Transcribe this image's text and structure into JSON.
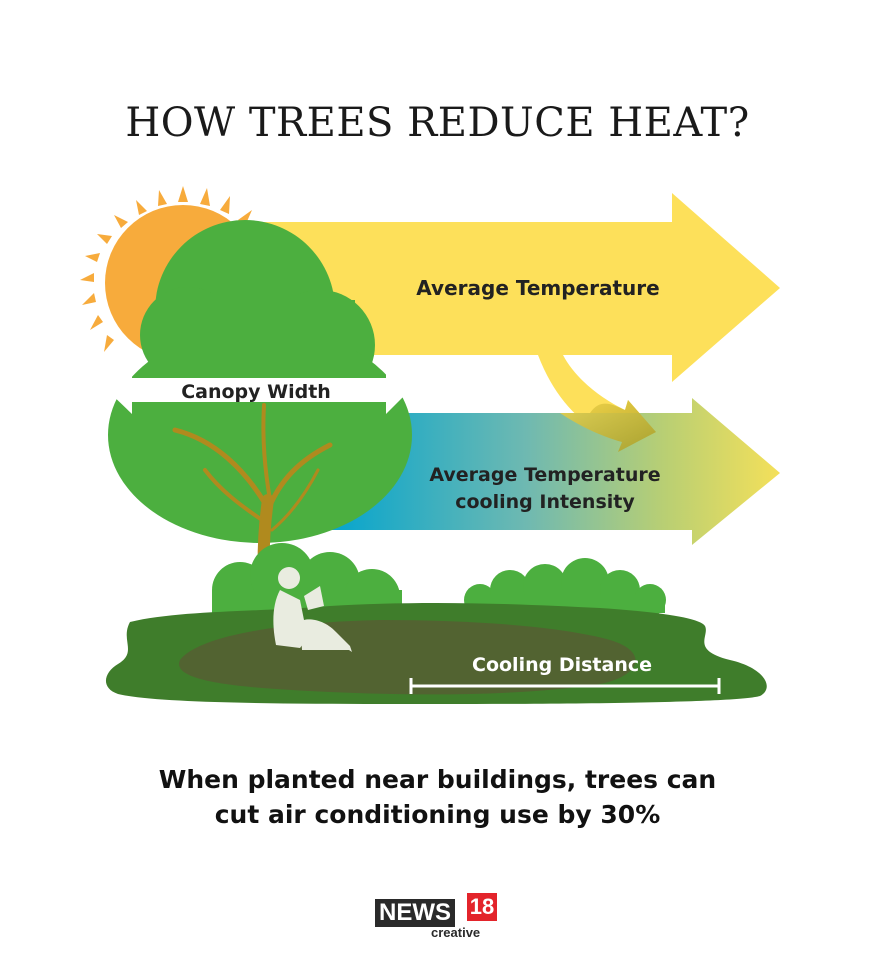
{
  "title": "HOW TREES REDUCE HEAT?",
  "labels": {
    "average_temperature": "Average Temperature",
    "canopy_width": "Canopy Width",
    "cooling_intensity_line1": "Average Temperature",
    "cooling_intensity_line2": "cooling Intensity",
    "cooling_distance": "Cooling Distance"
  },
  "caption": {
    "line1": "When planted near buildings, trees can",
    "line2": "cut air conditioning use by 30%"
  },
  "logo": {
    "brand": "NEWS",
    "number": "18",
    "sub": "creative"
  },
  "colors": {
    "sun": "#f7ab3c",
    "yellow_arrow": "#fde05a",
    "tree_green": "#4caf3f",
    "ground_dark": "#3f7d2b",
    "trunk": "#b08a1e",
    "cool_blue": "#0aa7c9"
  }
}
